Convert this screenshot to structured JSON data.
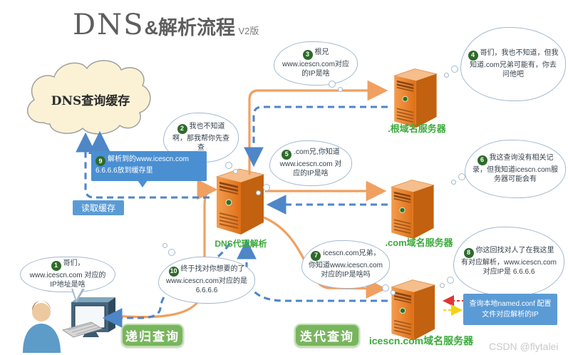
{
  "title": {
    "dns": "DNS",
    "rest": "&解析流程",
    "version": "V2版"
  },
  "cache_cloud": {
    "label": "DNS查询缓存"
  },
  "cache_flow": {
    "read_label": "读取缓存"
  },
  "bubbles": [
    {
      "num": "1",
      "text": "哥们， www.icescn.com 对应的IP地址是啥"
    },
    {
      "num": "2",
      "text": "我也不知道啊，那我帮你先查查"
    },
    {
      "num": "3",
      "text": "根兄 www.icescn.com对应的IP是啥"
    },
    {
      "num": "4",
      "text": "哥们，我也不知道，但我知道.com兄弟可能有，你去问他吧"
    },
    {
      "num": "5",
      "text": ".com兄,你知道 www.icescn.com 对应的IP是啥"
    },
    {
      "num": "6",
      "text": "我这查询没有相关记录，但我知道icescn.com服务器可能会有"
    },
    {
      "num": "7",
      "text": "icescn.com兄弟，你知道www.icescn.com对应的IP是啥吗"
    },
    {
      "num": "8",
      "text": "你这回找对人了在我这里有对应解析，www.icescn.com 对应IP是 6.6.6.6"
    },
    {
      "num": "9",
      "text": "解析到的www.icescn.com 6.6.6.6放到缓存里"
    },
    {
      "num": "10",
      "text": "终于找对你想要的了 www.icescn.com对应的是6.6.6.6"
    }
  ],
  "servers": {
    "root": {
      "label": ".根域名服务器"
    },
    "com": {
      "label": ".com域名服务器"
    },
    "icescn": {
      "label": "icescn.com域名服务器"
    },
    "proxy": {
      "label": "DNS代理解析"
    }
  },
  "note_box": {
    "text": "查询本地named.conf 配置文件对应解析的IP"
  },
  "buttons": {
    "recursive": "递归查询",
    "iterative": "迭代查询"
  },
  "watermark": "CSDN @flytalei",
  "colors": {
    "server_orange": "#E8832F",
    "request_arrow_orange": "#F0A060",
    "response_arrow_blue": "#4E86C8",
    "label_green": "#3BAA3B",
    "badge_green": "#2E6B2A",
    "button_green": "#78B55E",
    "info_blue": "#5B9BD5",
    "cache_cloud_fill": "#FBF2D5",
    "red_arrow": "#E03535",
    "yellow_arrow": "#F5D312"
  }
}
